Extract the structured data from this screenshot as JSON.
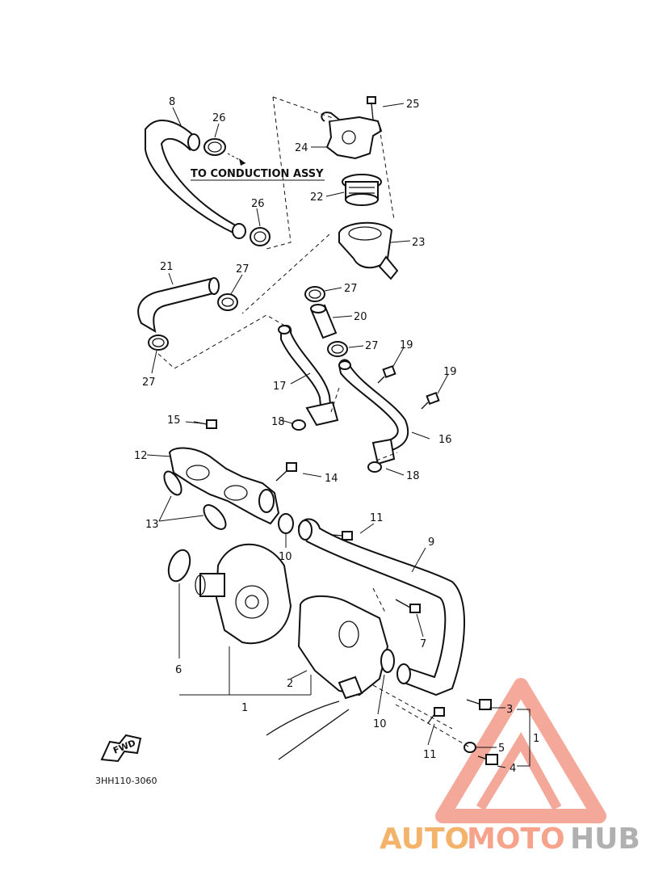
{
  "diagram": {
    "ref_code": "3HH110-3060",
    "note_conduction": "TO CONDUCTION ASSY",
    "fwd_label": "FWD",
    "callouts": [
      "1",
      "2",
      "3",
      "4",
      "5",
      "6",
      "7",
      "8",
      "9",
      "10",
      "10",
      "11",
      "11",
      "12",
      "13",
      "14",
      "15",
      "16",
      "17",
      "18",
      "18",
      "19",
      "19",
      "20",
      "21",
      "22",
      "23",
      "24",
      "25",
      "26",
      "26",
      "27",
      "27",
      "27",
      "27",
      "1"
    ]
  },
  "watermark": {
    "part1": "AUTO",
    "part2": "MOTO",
    "part3": "HUB",
    "color_primary": "#f7a28b",
    "color_secondary": "#f4b36a",
    "color_tertiary": "#b0b0b0"
  }
}
